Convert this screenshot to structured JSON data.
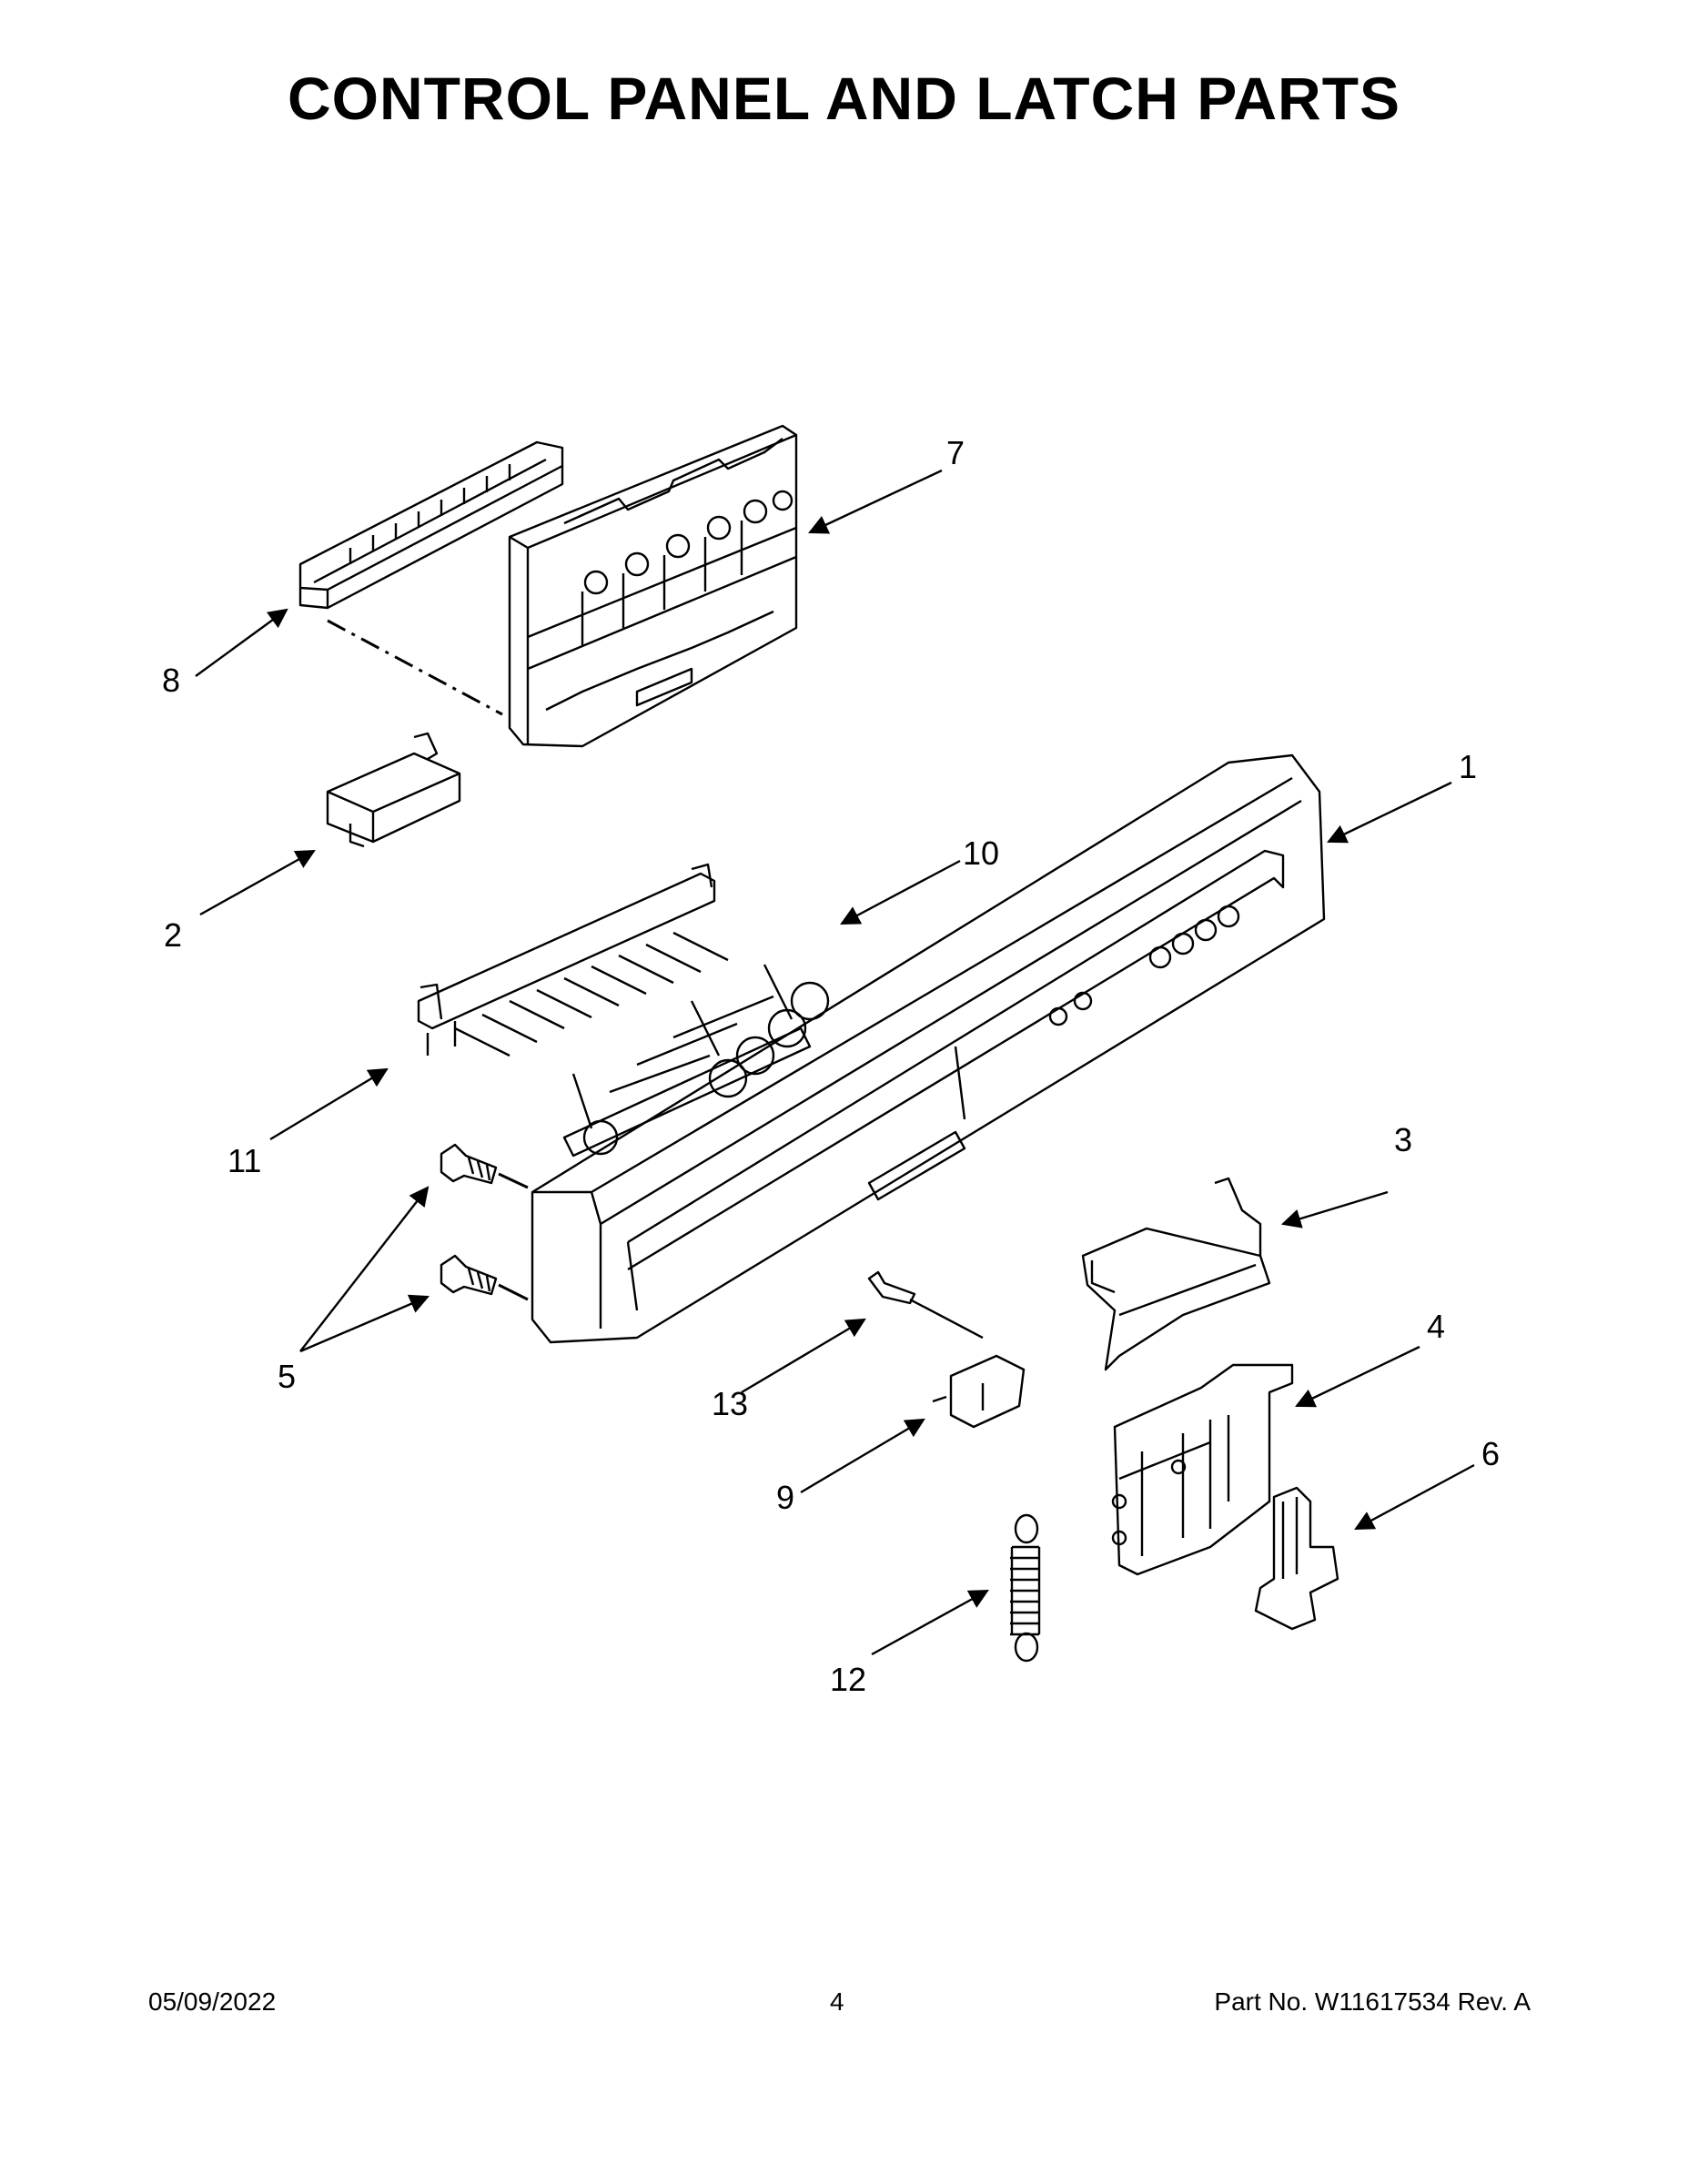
{
  "title": "CONTROL PANEL AND LATCH PARTS",
  "callouts": [
    "1",
    "2",
    "3",
    "4",
    "5",
    "6",
    "7",
    "8",
    "9",
    "10",
    "11",
    "12",
    "13"
  ],
  "footer": {
    "date": "05/09/2022",
    "page": "4",
    "part_no": "Part No.  W11617534  Rev.  A"
  }
}
